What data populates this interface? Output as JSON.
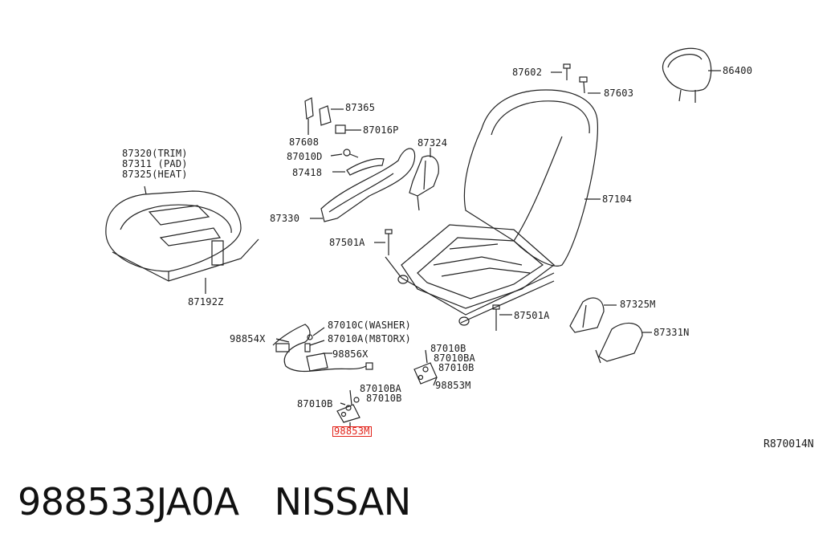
{
  "labels": {
    "l86400": "86400",
    "l87602": "87602",
    "l87603": "87603",
    "l87365": "87365",
    "l87608": "87608",
    "l87016p": "87016P",
    "l87324": "87324",
    "l87010d": "87010D",
    "l87418": "87418",
    "l87104": "87104",
    "l87320": "87320(TRIM)",
    "l87311": "87311 (PAD)",
    "l87325": "87325(HEAT)",
    "l87330": "87330",
    "l87501a_top": "87501A",
    "l87192z": "87192Z",
    "l87501a_bot": "87501A",
    "l87325m": "87325M",
    "l87331n": "87331N",
    "l98854x": "98854X",
    "l87010c": "87010C(WASHER)",
    "l87010a": "87010A(M8TORX)",
    "l98856x": "98856X",
    "l87010b_r1": "87010B",
    "l87010ba_r": "87010BA",
    "l87010b_r2": "87010B",
    "l98853m_r": "98853M",
    "l87010ba_l": "87010BA",
    "l87010b_l1": "87010B",
    "l87010b_l2": "87010B",
    "l98853m_hl": "98853M"
  },
  "ref_code": "R870014N",
  "caption": {
    "part_number": "988533JA0A",
    "brand": "NISSAN"
  },
  "colors": {
    "highlight": "#e2231a",
    "line": "#222222"
  }
}
